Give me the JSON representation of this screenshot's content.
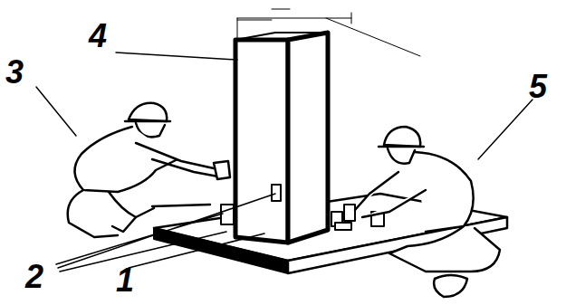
{
  "diagram": {
    "labels": [
      "4",
      "3",
      "5",
      "2",
      "1"
    ]
  }
}
